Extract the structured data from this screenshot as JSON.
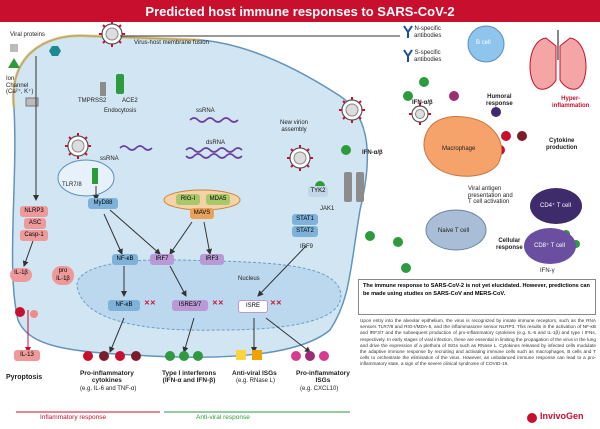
{
  "title": "Predicted host immune responses to SARS-CoV-2",
  "labels": {
    "viral_proteins": "Viral proteins",
    "ion_channel": "Ion\nChannel\n(Ca²⁺, K⁺)",
    "virus_host_fusion": "Virus-host membrane fusion",
    "tmprss2": "TMPRSS2",
    "ace2": "ACE2",
    "endocytosis": "Endocytosis",
    "ssrna_top": "ssRNA",
    "ssrna_left": "ssRNA",
    "dsrna": "dsRNA",
    "new_virion": "New virion\nassembly",
    "tlr78": "TLR7/8",
    "myd88": "MyD88",
    "rigi": "RIG-I",
    "mda5": "MDA5",
    "mavs": "MAVS",
    "nlrp3": "NLRP3",
    "asc": "ASC",
    "casp1": "Casp-1",
    "il1b": "IL-1β",
    "pro_il1b": "pro\nIL-1β",
    "nfkb_top": "NF-κB",
    "irf7": "IRF7",
    "irf3": "IRF3",
    "nucleus": "Nucleus",
    "nfkb_nuc": "NF-κB",
    "isre37": "ISRE3/7",
    "isre": "ISRE",
    "tyk2": "TYK2",
    "jak1": "JAK1",
    "stat1": "STAT1",
    "stat2": "STAT2",
    "irf9": "IRF9",
    "ifn_ab_mid": "IFN-α/β",
    "ifn_ab_top": "IFN-α/β",
    "il13": "IL-13",
    "pyroptosis": "Pyroptosis",
    "out_pro_inf": "Pro-inflammatory\ncytokines",
    "out_pro_inf_eg": "(e.g. IL-6 and TNF-α)",
    "out_type1": "Type I interferons\n(IFN-α and IFN-β)",
    "out_antiviral": "Anti-viral ISGs",
    "out_antiviral_eg": "(e.g. RNase L)",
    "out_proinf_isg": "Pro-inflammatory\nISGs",
    "out_proinf_isg_eg": "(e.g. CXCL10)",
    "inflammatory_response": "Inflammatory response",
    "antiviral_response": "Anti-viral response",
    "n_specific": "N-specific\nantibodies",
    "s_specific": "S-specific\nantibodies",
    "b_cell": "B cell",
    "humoral": "Humoral\nresponse",
    "hyper_inflammation": "Hyper-\ninflammation",
    "cytokine_production": "Cytokine\nproduction",
    "macrophage": "Macrophage",
    "viral_antigen": "Viral antigen\npresentation and\nT cell activation",
    "naive_t": "Naive T cell",
    "cellular": "Cellular\nresponse",
    "cd4": "CD4⁺ T cell",
    "cd8": "CD8⁺ T cell",
    "ifn_gamma": "IFN-γ",
    "note": "The immune response to SARS-CoV-2 is not yet elucidated. However, predictions can be made using studies on SARS-CoV and MERS-CoV.",
    "paragraph": "Upon entry into the alveolar epithelium, the virus is recognized by innate immune receptors, such as the RNA sensors TLR7/8 and RIG-I/MDA-5, and the inflammasome sensor NLRP3. This results in the activation of NF-κB and IRF3/7 and the subsequent production of pro-inflammatory cytokines (e.g. IL-6 and IL-1β) and type I IFNs, respectively. In early stages of viral infection, these are essential in limiting the propagation of the virus in the lung and drive the expression of a plethora of ISGs such as RNase L. Cytokines released by infected cells modulate the adaptive immune response by recruiting and activating immune cells such as macrophages, B cells and T cells to orchestrate the elimination of the virus. However, an unbalanced immune response can lead to a pro-inflammatory state, a sign of the severe clinical syndrome of COVID-19.",
    "logo": "InvivoGen"
  },
  "colors": {
    "brand_red": "#c8102e",
    "cell_blue": "#cfe4f3",
    "receptor_green": "#2e9a3e",
    "pink": "#ef9a9a",
    "purple": "#3d2b6b"
  }
}
